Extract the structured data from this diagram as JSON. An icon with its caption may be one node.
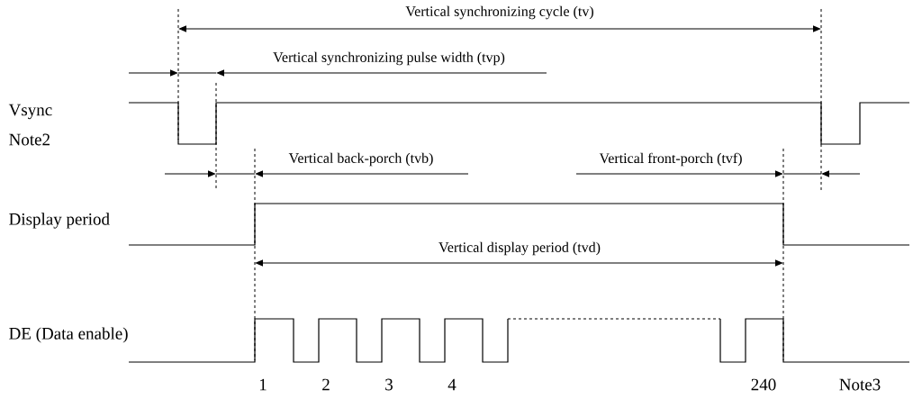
{
  "diagram": {
    "labels": [
      "Vertical synchronizing cycle (tv)",
      "Vertical synchronizing pulse width (tvp)",
      "Vsync",
      "Note2",
      "Vertical back-porch (tvb)",
      "Vertical front-porch (tvf)",
      "Display period",
      "Vertical display period (tvd)",
      "DE (Data enable)",
      "1",
      "2",
      "3",
      "4",
      "240",
      "Note3"
    ]
  }
}
